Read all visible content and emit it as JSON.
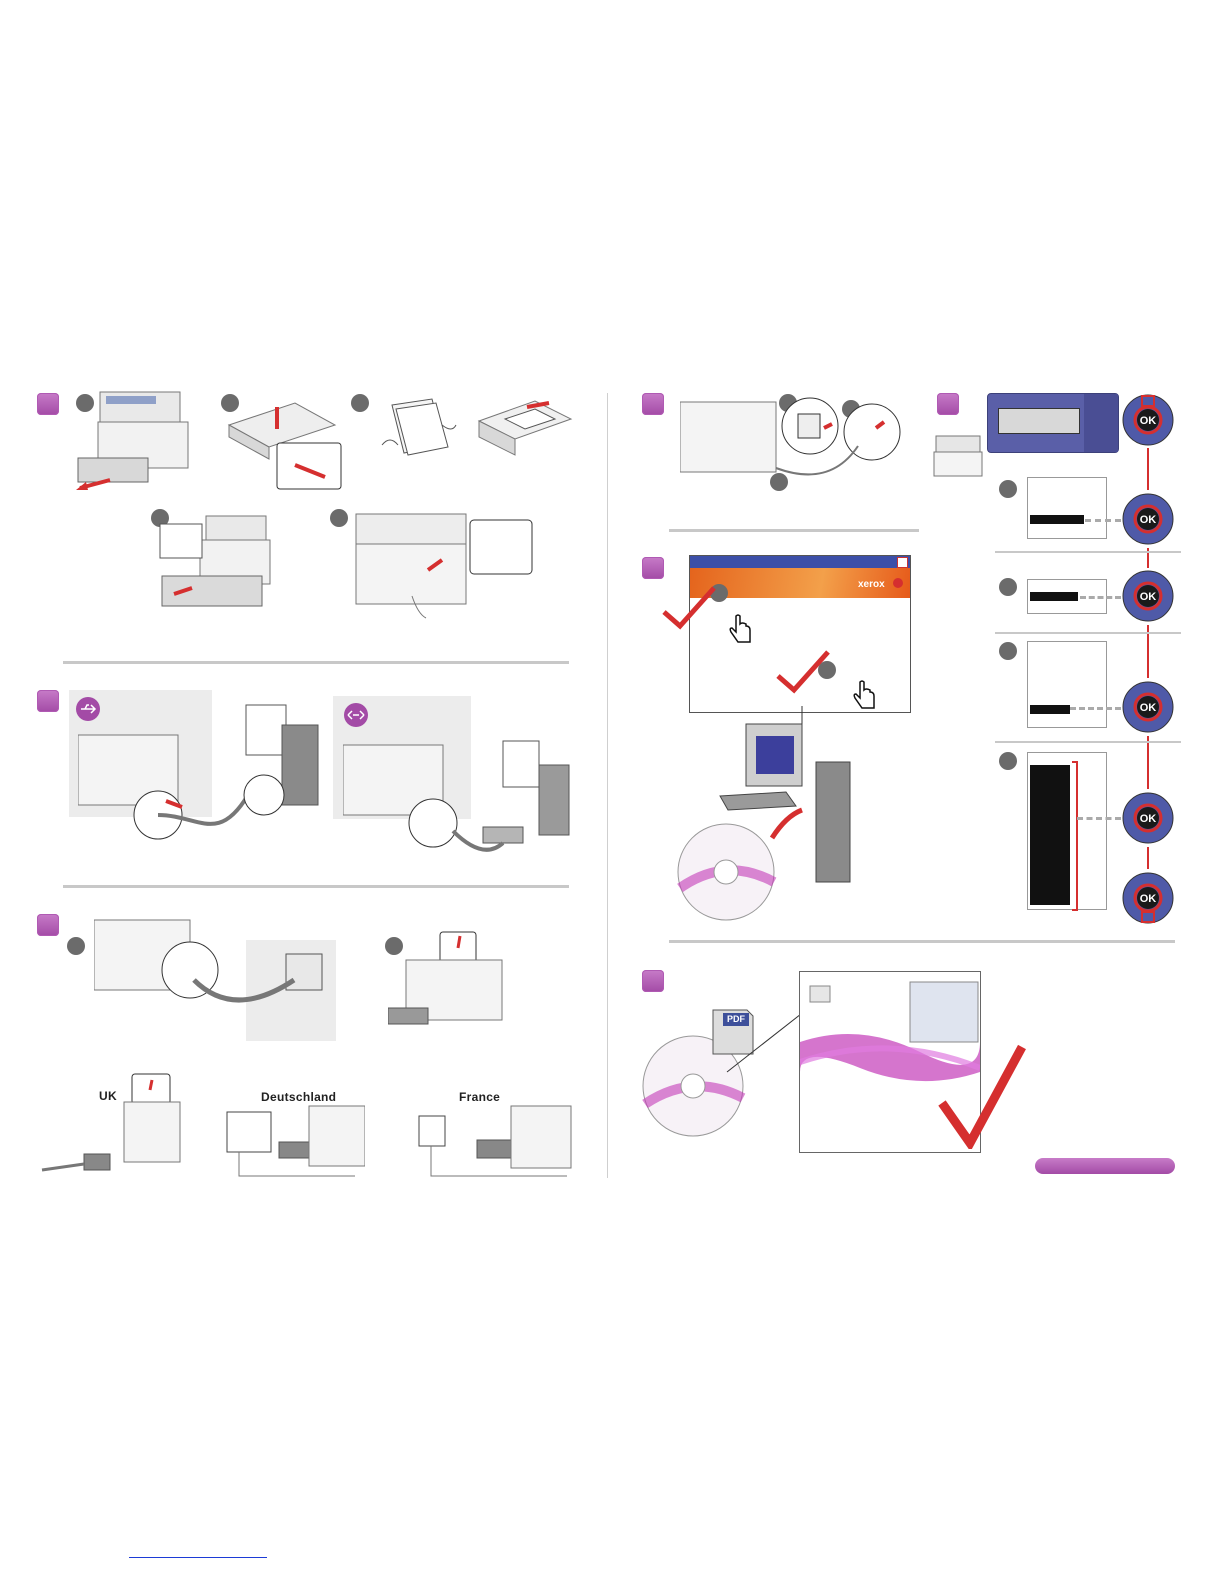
{
  "labels": {
    "uk": "UK",
    "deutschland": "Deutschland",
    "france": "France"
  },
  "icons": {
    "usb": "usb-icon",
    "network": "network-icon",
    "pdf_badge": "PDF",
    "ok_button": "OK",
    "brand": "xerox"
  },
  "colors": {
    "accent_magenta": "#a34ba6",
    "check_red": "#d52f2f",
    "panel_blue": "#5a5fa8",
    "installer_orange": "#f07a1e"
  }
}
